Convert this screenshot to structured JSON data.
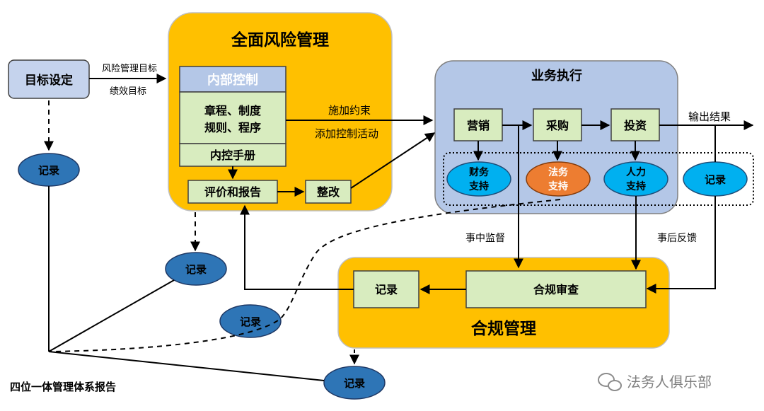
{
  "colors": {
    "orange": "#ffc000",
    "green": "#d8ecbf",
    "blue_box": "#c5d3ed",
    "blue_panel": "#b4c7e7",
    "header_blue": "#b4c7e7",
    "ellipse_blue": "#2e75b6",
    "ellipse_cyan": "#00b0f0",
    "ellipse_orange": "#ed7d31"
  },
  "goal": {
    "label": "目标设定"
  },
  "goal_outputs": {
    "line1": "风险管理目标",
    "line2": "绩效目标"
  },
  "erm": {
    "title": "全面风险管理",
    "internal_control_header": "内部控制",
    "rules_line1": "章程、制度",
    "rules_line2": "规则、程序",
    "manual": "内控手册",
    "evaluation": "评价和报告",
    "rectify": "整改"
  },
  "constraint_labels": {
    "line1": "施加约束",
    "line2": "添加控制活动"
  },
  "business": {
    "title": "业务执行",
    "marketing": "营销",
    "purchasing": "采购",
    "investment": "投资",
    "output": "输出结果",
    "finance_support": {
      "line1": "财务",
      "line2": "支持"
    },
    "legal_support": {
      "line1": "法务",
      "line2": "支持"
    },
    "hr_support": {
      "line1": "人力",
      "line2": "支持"
    }
  },
  "records": {
    "r1": "记录",
    "r2": "记录",
    "r3": "记录",
    "r4": "记录",
    "r5": "记录"
  },
  "supervision": {
    "during": "事中监督",
    "after": "事后反馈"
  },
  "compliance": {
    "title": "合规管理",
    "review": "合规审查",
    "record": "记录"
  },
  "footer": {
    "report": "四位一体管理体系报告"
  },
  "watermark": {
    "text": "法务人俱乐部"
  }
}
